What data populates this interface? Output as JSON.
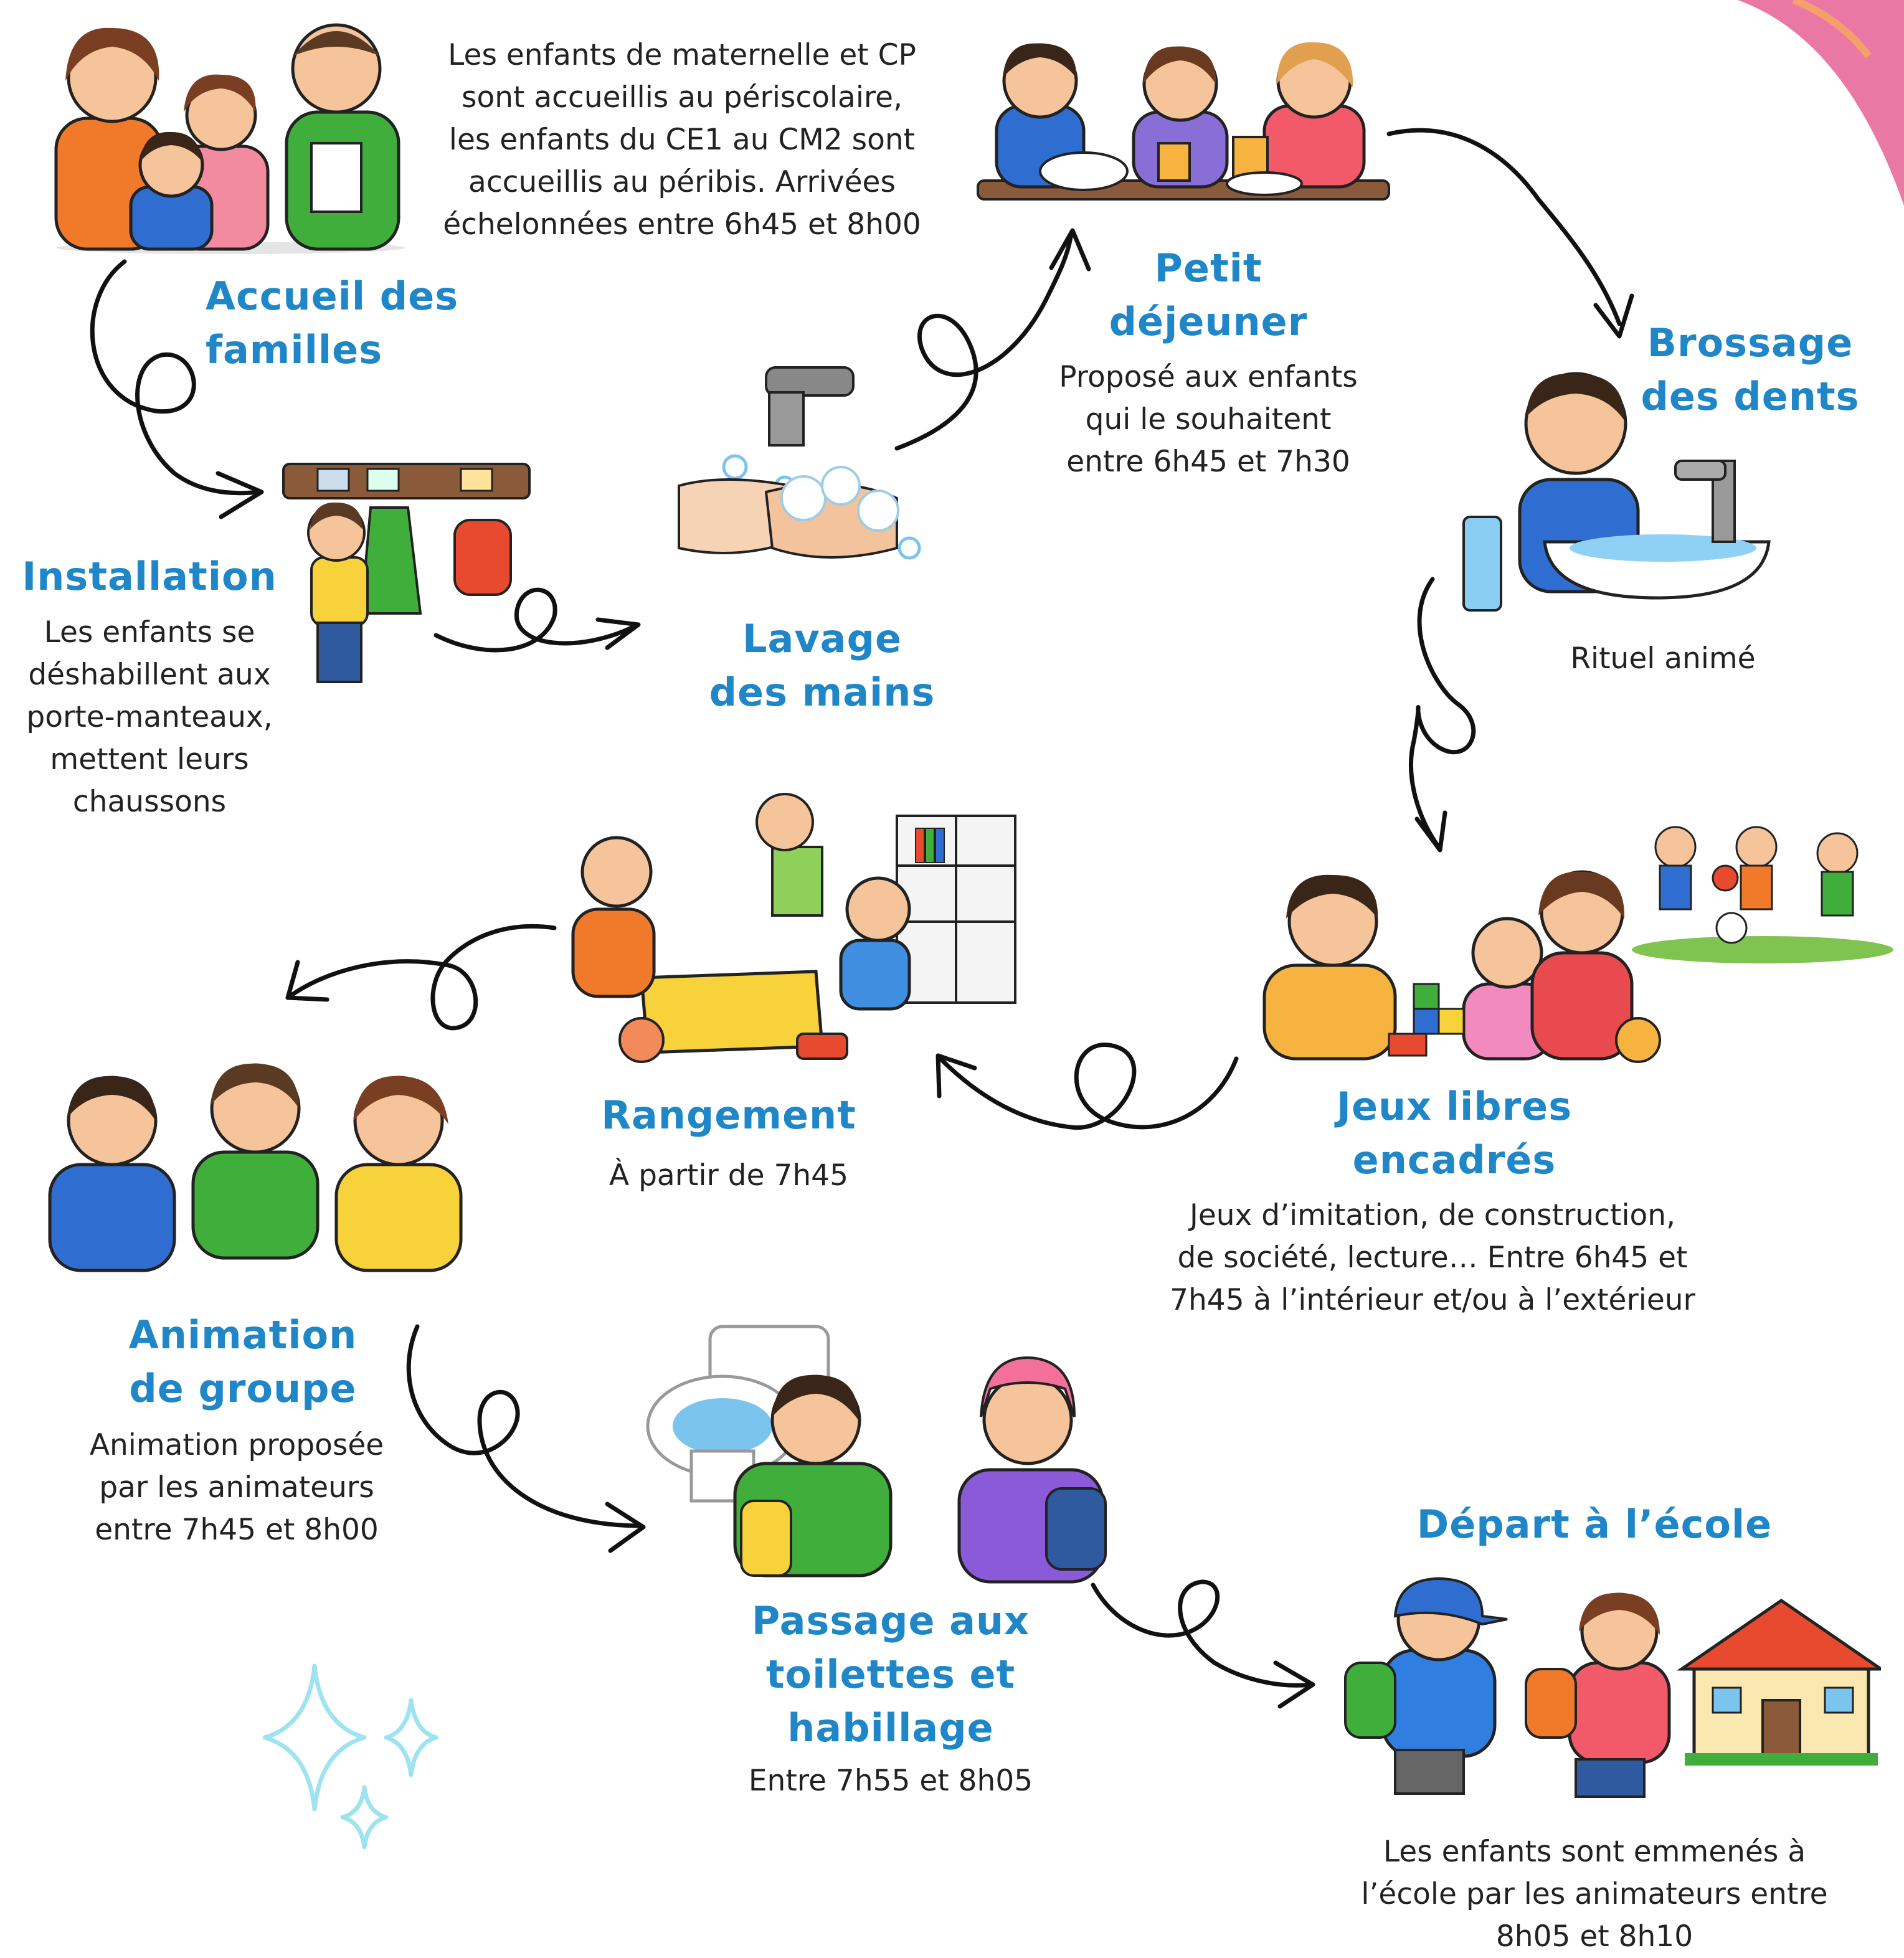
{
  "colors": {
    "title": "#1f86c8",
    "text": "#222222",
    "arrow": "#111111",
    "decor_wave": "#e8699a",
    "sparkle": "#9fe3f0"
  },
  "steps": [
    {
      "id": "accueil",
      "title_lines": [
        "Accueil des",
        "familles"
      ],
      "desc_lines": [
        "Les enfants de maternelle et CP",
        "sont accueillis au périscolaire,",
        "les enfants du CE1 au CM2 sont",
        "accueillis au péribis. Arrivées",
        "échelonnées entre 6h45 et 8h00"
      ],
      "icon": "family-illustration"
    },
    {
      "id": "installation",
      "title_lines": [
        "Installation"
      ],
      "desc_lines": [
        "Les enfants se",
        "déshabillent aux",
        "porte-manteaux,",
        "mettent leurs",
        "chaussons"
      ],
      "icon": "coat-hanger-illustration"
    },
    {
      "id": "lavage",
      "title_lines": [
        "Lavage",
        "des mains"
      ],
      "desc_lines": [],
      "icon": "handwashing-illustration"
    },
    {
      "id": "petit-dejeuner",
      "title_lines": [
        "Petit",
        "déjeuner"
      ],
      "desc_lines": [
        "Proposé aux enfants",
        "qui le souhaitent",
        "entre 6h45 et 7h30"
      ],
      "icon": "breakfast-illustration"
    },
    {
      "id": "brossage",
      "title_lines": [
        "Brossage",
        "des dents"
      ],
      "desc_lines": [
        "Rituel animé"
      ],
      "icon": "toothbrush-illustration"
    },
    {
      "id": "jeux",
      "title_lines": [
        "Jeux libres",
        "encadrés"
      ],
      "desc_lines": [
        "Jeux d’imitation, de construction,",
        "de société, lecture… Entre 6h45 et",
        "7h45 à l’intérieur et/ou à l’extérieur"
      ],
      "icon": "free-play-illustration"
    },
    {
      "id": "rangement",
      "title_lines": [
        "Rangement"
      ],
      "desc_lines": [
        "À partir de 7h45"
      ],
      "icon": "tidying-illustration"
    },
    {
      "id": "animation",
      "title_lines": [
        "Animation",
        "de groupe"
      ],
      "desc_lines": [
        "Animation proposée",
        "par les animateurs",
        "entre 7h45 et 8h00"
      ],
      "icon": "group-activity-illustration"
    },
    {
      "id": "toilettes",
      "title_lines": [
        "Passage aux",
        "toilettes et",
        "habillage"
      ],
      "desc_lines": [
        "Entre 7h55 et 8h05"
      ],
      "icon": "toilet-dressing-illustration"
    },
    {
      "id": "depart",
      "title_lines": [
        "Départ à l’école"
      ],
      "desc_lines": [
        "Les enfants sont emmenés à",
        "l’école par les animateurs entre",
        "8h05 et 8h10"
      ],
      "icon": "walk-to-school-illustration"
    }
  ]
}
